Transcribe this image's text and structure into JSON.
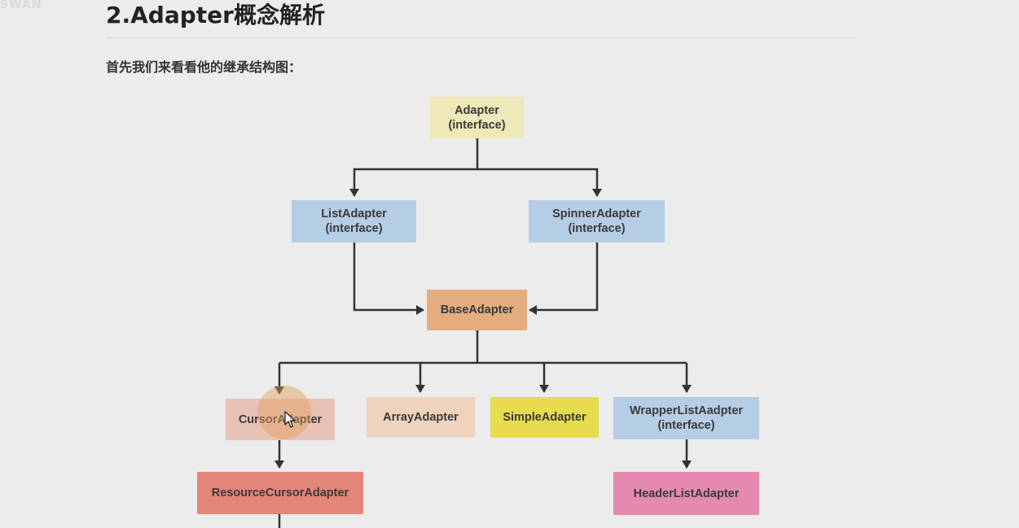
{
  "page": {
    "corner_logo": "SWAN",
    "title": "2.Adapter概念解析",
    "intro": "首先我们来看看他的继承结构图："
  },
  "diagram": {
    "nodes": {
      "adapter": {
        "name": "Adapter",
        "note": "(interface)",
        "color": "#efe8b8"
      },
      "list_adapter": {
        "name": "ListAdapter",
        "note": "(interface)",
        "color": "#b6cde6"
      },
      "spinner_adapter": {
        "name": "SpinnerAdapter",
        "note": "(interface)",
        "color": "#b6cde6"
      },
      "base_adapter": {
        "name": "BaseAdapter",
        "color": "#e3ad7e"
      },
      "cursor_adapter": {
        "name": "CursorAdapter",
        "color": "#e9c2b6"
      },
      "array_adapter": {
        "name": "ArrayAdapter",
        "color": "#efd3bf"
      },
      "simple_adapter": {
        "name": "SimpleAdapter",
        "color": "#e6dc4e"
      },
      "wrapper_list_adapter": {
        "name": "WrapperListAadpter",
        "note": "(interface)",
        "color": "#b6cde6"
      },
      "resource_cursor_adapter": {
        "name": "ResourceCursorAdapter",
        "color": "#e4857a"
      },
      "header_list_adapter": {
        "name": "HeaderListAdapter",
        "color": "#e48bad"
      }
    },
    "edges": [
      [
        "adapter",
        "list_adapter"
      ],
      [
        "adapter",
        "spinner_adapter"
      ],
      [
        "list_adapter",
        "base_adapter"
      ],
      [
        "spinner_adapter",
        "base_adapter"
      ],
      [
        "base_adapter",
        "cursor_adapter"
      ],
      [
        "base_adapter",
        "array_adapter"
      ],
      [
        "base_adapter",
        "simple_adapter"
      ],
      [
        "base_adapter",
        "wrapper_list_adapter"
      ],
      [
        "cursor_adapter",
        "resource_cursor_adapter"
      ],
      [
        "wrapper_list_adapter",
        "header_list_adapter"
      ]
    ],
    "line_color": "#333333"
  }
}
